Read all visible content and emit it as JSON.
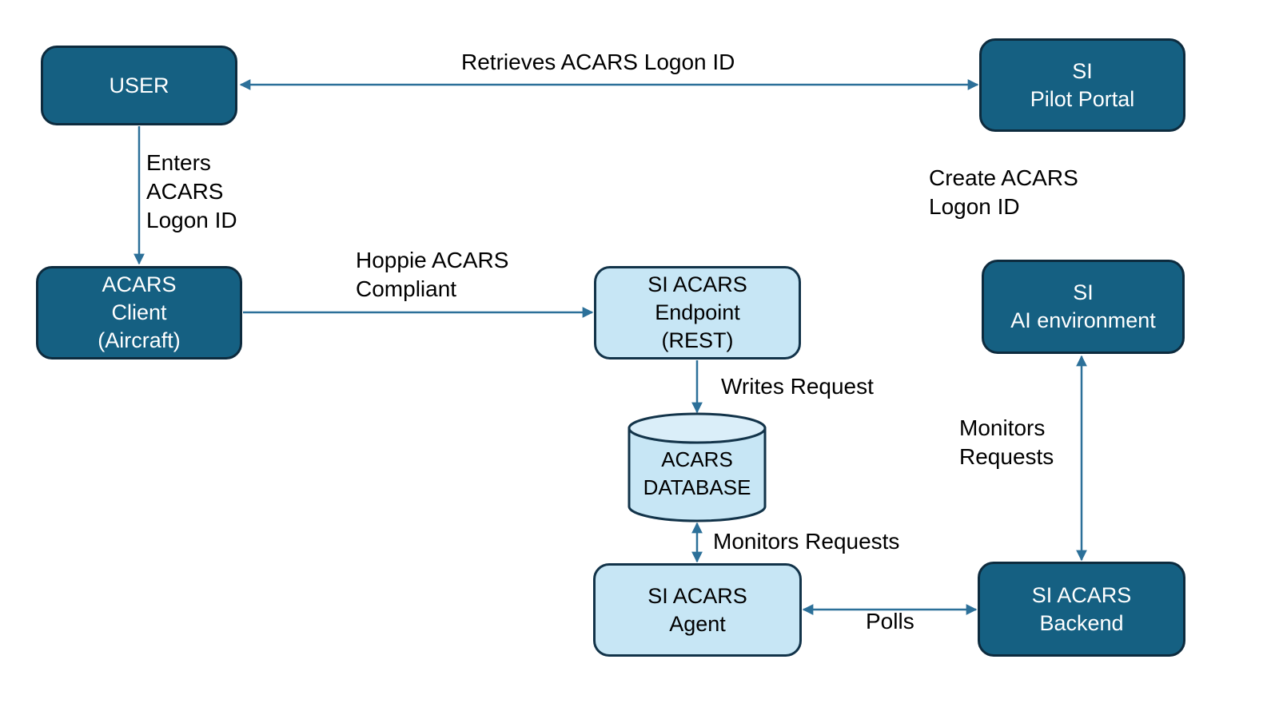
{
  "diagram": {
    "nodes": {
      "user": {
        "label": "USER"
      },
      "pilot_portal": {
        "label": "SI\nPilot Portal"
      },
      "acars_client": {
        "label": "ACARS\nClient\n(Aircraft)"
      },
      "endpoint": {
        "label": "SI ACARS\nEndpoint\n(REST)"
      },
      "ai_environment": {
        "label": "SI\nAI environment"
      },
      "database": {
        "label": "ACARS\nDATABASE"
      },
      "agent": {
        "label": "SI ACARS\nAgent"
      },
      "backend": {
        "label": "SI ACARS\nBackend"
      }
    },
    "edge_labels": {
      "retrieves": "Retrieves ACARS Logon ID",
      "enters": "Enters\nACARS\nLogon ID",
      "hoppie": "Hoppie ACARS\nCompliant",
      "create": "Create ACARS\nLogon ID",
      "writes": "Writes Request",
      "monitors_db": "Monitors Requests",
      "polls": "Polls",
      "monitors_backend": "Monitors\nRequests"
    },
    "colors": {
      "node_dark_fill": "#156082",
      "node_dark_border": "#0D2B3E",
      "node_dark_text": "#FFFFFF",
      "node_light_fill": "#C7E6F5",
      "node_light_border": "#123349",
      "node_light_text": "#000000",
      "cylinder_top_fill": "#DAEEF9",
      "arrow": "#2C7099",
      "label_text": "#000000",
      "background": "#FFFFFF"
    }
  }
}
